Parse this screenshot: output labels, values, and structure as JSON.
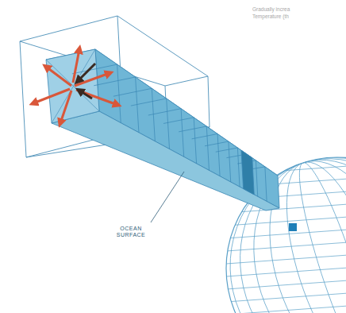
{
  "diagram": {
    "labels": [
      "Gradually increa",
      "Temperature (th",
      "OCEAN SURFACE"
    ]
  }
}
